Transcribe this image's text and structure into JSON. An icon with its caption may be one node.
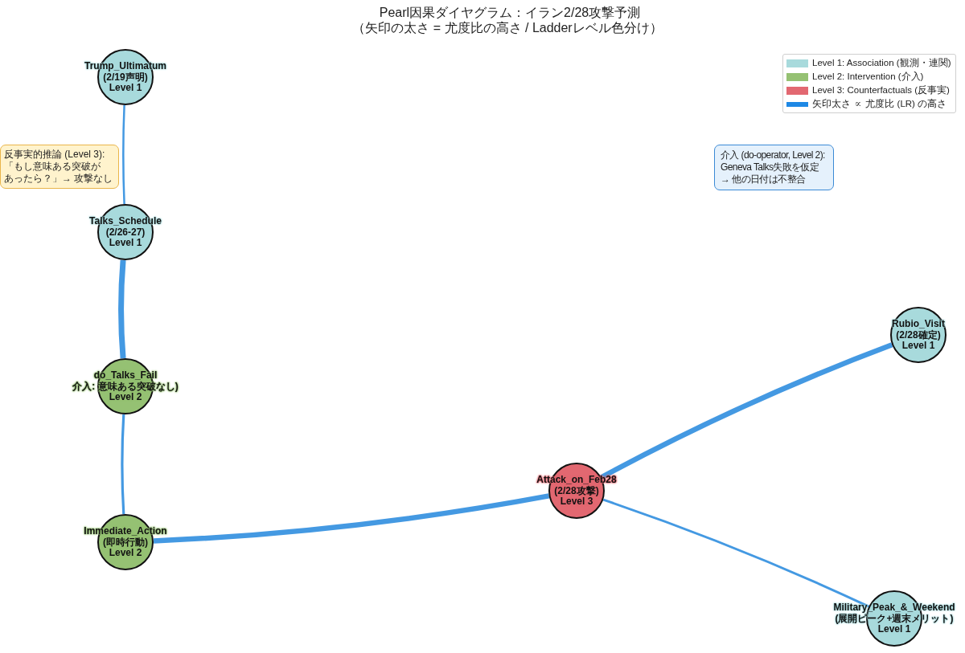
{
  "diagram": {
    "title": "Pearl因果ダイヤグラム：イラン2/28攻撃予測",
    "nodes": [
      {
        "text": [
          "Trump_Ultimatum",
          "(2/19声明)",
          "Level 1"
        ]
      },
      {
        "text": [
          "Talks_Schedule",
          "(2/26-27)",
          "Level 1"
        ]
      },
      {
        "text": [
          "do_Talks_Fail",
          "介入: 意味ある突破なし)",
          "Level 2"
        ]
      },
      {
        "text": [
          "Immediate_Action",
          "(即時行動)",
          "Level 2"
        ]
      },
      {
        "text": [
          "Attack_on_Feb28",
          "(2/28攻撃)",
          "Level 3"
        ]
      },
      {
        "text": [
          "Rubio_Visit",
          "(2/28確定)",
          "Level 1"
        ]
      },
      {
        "text": [
          "Military_Peak_&_Weekend",
          "(展開ピーク+週末メリット)",
          "Level 1"
        ]
      },
      {
        "text": [
          "反事実的推論 (Level 3): 「もし意味ある突破があったら？」→ 攻撃なし"
        ]
      },
      {
        "text": [
          "介入 (do-operator, Level 2): Geneva Talks失敗を仮定 → 他の日付は不整合"
        ]
      }
    ],
    "edges": [
      {
        "from": 0,
        "to": 1,
        "arrow": "none"
      },
      {
        "from": 1,
        "to": 2,
        "arrow": "none",
        "style": "thick"
      },
      {
        "from": 2,
        "to": 3,
        "arrow": "none"
      },
      {
        "from": 3,
        "to": 4,
        "arrow": "none",
        "style": "thick"
      },
      {
        "from": 5,
        "to": 4,
        "arrow": "none",
        "style": "thick"
      },
      {
        "from": 6,
        "to": 4,
        "arrow": "none"
      }
    ],
    "labels": [
      "（矢印の太さ = 尤度比の高さ / Ladderレベル色分け）"
    ],
    "legend": [
      {
        "text": "Level 1: Association (観測・連関)",
        "color": "#a8dadc"
      },
      {
        "text": "Level 2: Intervention (介入)",
        "color": "#95c173"
      },
      {
        "text": "Level 3: Counterfactuals (反事実)",
        "color": "#e26871"
      },
      {
        "text": "矢印太さ ∝ 尤度比 (LR) の高さ"
      }
    ]
  }
}
